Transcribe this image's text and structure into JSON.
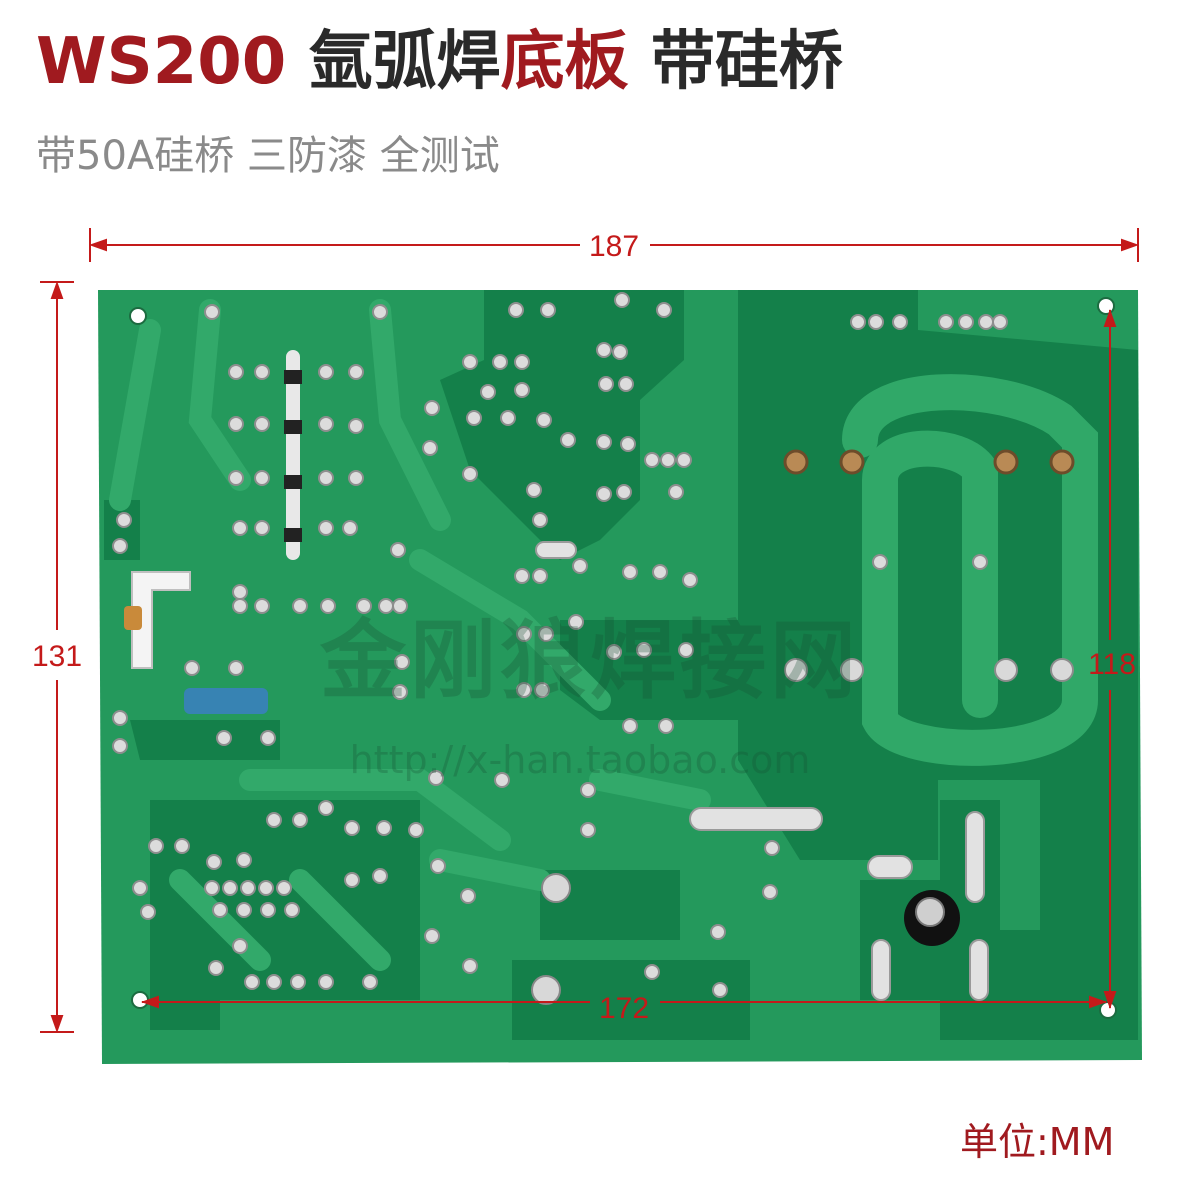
{
  "title": {
    "model": "WS200",
    "part1": "氩弧焊",
    "part2": "底板",
    "part3": "带硅桥"
  },
  "subtitle": "带50A硅桥 三防漆 全测试",
  "dimensions": {
    "width_top": "187",
    "width_bottom": "172",
    "height_left": "131",
    "height_right": "118"
  },
  "unit_label": "单位:MM",
  "watermark": {
    "text": "金刚狼焊接网",
    "url": "http://x-han.taobao.com"
  },
  "colors": {
    "accent_red": "#a01a1f",
    "dimension_red": "#c41a1a",
    "board_green": "#22975a",
    "copper_green": "#14804a"
  }
}
